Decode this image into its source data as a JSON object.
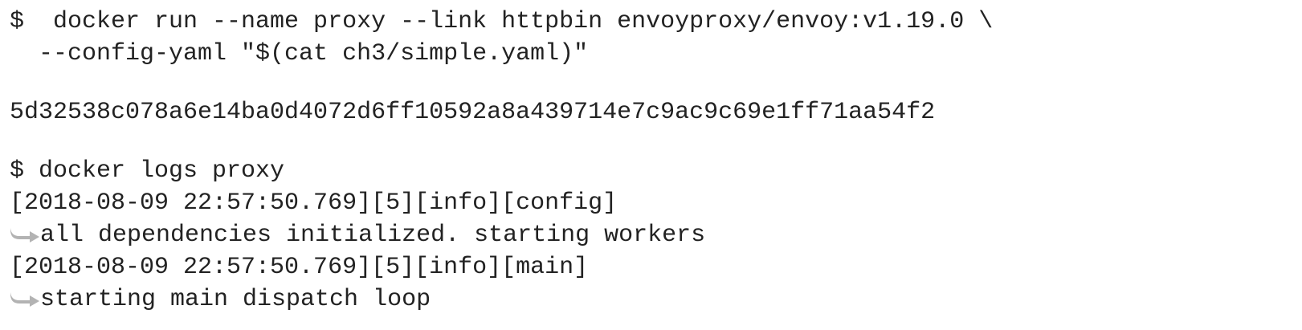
{
  "lines": {
    "cmd1_line1": "$  docker run --name proxy --link httpbin envoyproxy/envoy:v1.19.0 \\",
    "cmd1_line2": "  --config-yaml \"$(cat ch3/simple.yaml)\"",
    "container_id": "5d32538c078a6e14ba0d4072d6ff10592a8a439714e7c9ac9c69e1ff71aa54f2",
    "cmd2": "$ docker logs proxy",
    "log1_prefix": "[2018-08-09 22:57:50.769][5][info][config]",
    "log1_message": "all dependencies initialized. starting workers",
    "log2_prefix": "[2018-08-09 22:57:50.769][5][info][main]",
    "log2_message": "starting main dispatch loop"
  },
  "icons": {
    "continuation": "line-continuation-arrow-icon"
  },
  "colors": {
    "text": "#222222",
    "arrow": "#b3b3b3"
  }
}
